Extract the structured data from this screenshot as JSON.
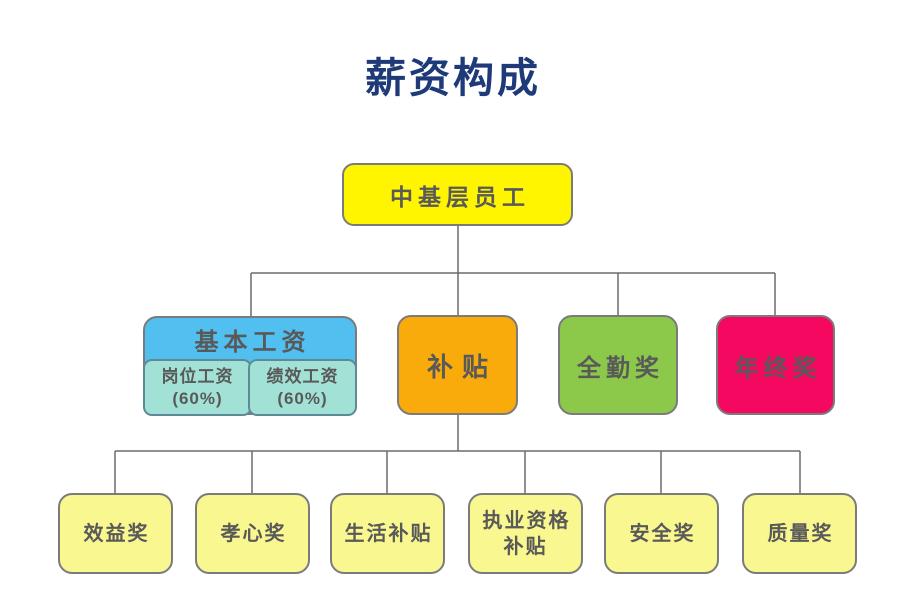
{
  "title": "薪资构成",
  "tree": {
    "root": {
      "label": "中基层员工",
      "color": "#fff500"
    },
    "level2": [
      {
        "label": "基本工资",
        "color": "#51bfef",
        "child_color": "#a2e2d6",
        "children": [
          {
            "label": "岗位工资",
            "percent": "(60%)"
          },
          {
            "label": "绩效工资",
            "percent": "(60%)"
          }
        ]
      },
      {
        "label": "补贴",
        "color": "#f8ab0a"
      },
      {
        "label": "全勤奖",
        "color": "#8cc84a"
      },
      {
        "label": "年终奖",
        "color": "#f5085f"
      }
    ],
    "level3": [
      {
        "label": "效益奖"
      },
      {
        "label": "孝心奖"
      },
      {
        "label": "生活补贴"
      },
      {
        "label": "执业资格补贴"
      },
      {
        "label": "安全奖"
      },
      {
        "label": "质量奖"
      }
    ],
    "level3_color": "#f9f78f"
  },
  "colors": {
    "title_text": "#1e3a78",
    "node_text": "#595959",
    "border": "#7b7b7b",
    "connector": "#6b6b6b",
    "background": "#ffffff"
  }
}
